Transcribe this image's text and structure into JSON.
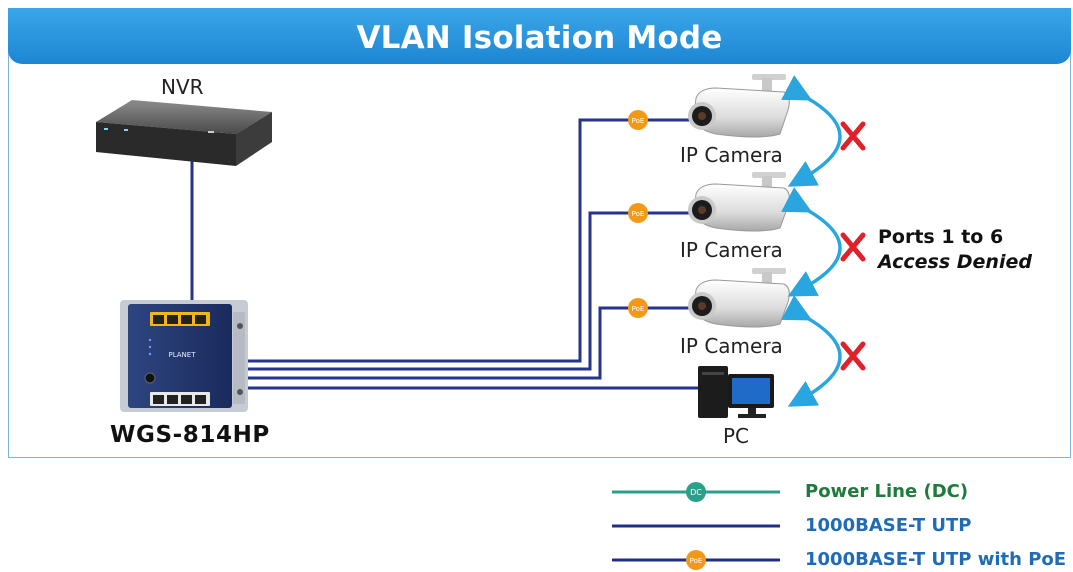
{
  "title": "VLAN Isolation Mode",
  "nvr_label": "NVR",
  "switch_label": "WGS-814HP",
  "switch_logo": "PLANET",
  "cameras": [
    {
      "label": "IP Camera"
    },
    {
      "label": "IP Camera"
    },
    {
      "label": "IP Camera"
    }
  ],
  "pc_label": "PC",
  "isolation_note": {
    "line1": "Ports 1 to 6",
    "line2": "Access Denied"
  },
  "poe_badge": "PoE",
  "dc_badge": "DC",
  "legend": [
    {
      "label": "Power Line (DC)",
      "color": "#1f7a3e",
      "line_color": "#29a08a",
      "badge": "DC"
    },
    {
      "label": "1000BASE-T UTP",
      "color": "#1f6cb4",
      "line_color": "#1f2f86",
      "badge": ""
    },
    {
      "label": "1000BASE-T UTP with PoE",
      "color": "#1f6cb4",
      "line_color": "#1f2f86",
      "badge": "PoE"
    }
  ],
  "colors": {
    "banner": "#2b97df",
    "utp_line": "#27338c",
    "poe_badge": "#f29a18",
    "dc_badge": "#2aa08a",
    "arrow": "#29a6e0",
    "deny_x": "#e0202a"
  }
}
